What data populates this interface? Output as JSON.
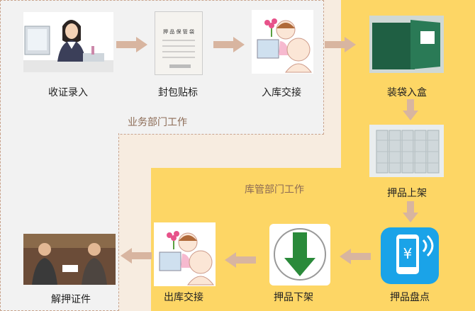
{
  "zones": {
    "business": "业务部门工作",
    "warehouse": "库管部门工作"
  },
  "steps": [
    {
      "id": "collect",
      "label": "收证录入",
      "icon": "office-woman-at-computer"
    },
    {
      "id": "seal",
      "label": "封包贴标",
      "icon": "sealed-document"
    },
    {
      "id": "handover-in",
      "label": "入库交接",
      "icon": "cartoon-handover"
    },
    {
      "id": "bag",
      "label": "装袋入盒",
      "icon": "green-file-box"
    },
    {
      "id": "shelve",
      "label": "押品上架",
      "icon": "storage-shelves"
    },
    {
      "id": "inventory",
      "label": "押品盘点",
      "icon": "phone-yen-app"
    },
    {
      "id": "unshelve",
      "label": "押品下架",
      "icon": "green-down-arrow"
    },
    {
      "id": "handover-out",
      "label": "出库交接",
      "icon": "cartoon-handover"
    },
    {
      "id": "release",
      "label": "解押证件",
      "icon": "people-exchanging-documents"
    }
  ],
  "doc_text": "押 品 保 管 袋"
}
